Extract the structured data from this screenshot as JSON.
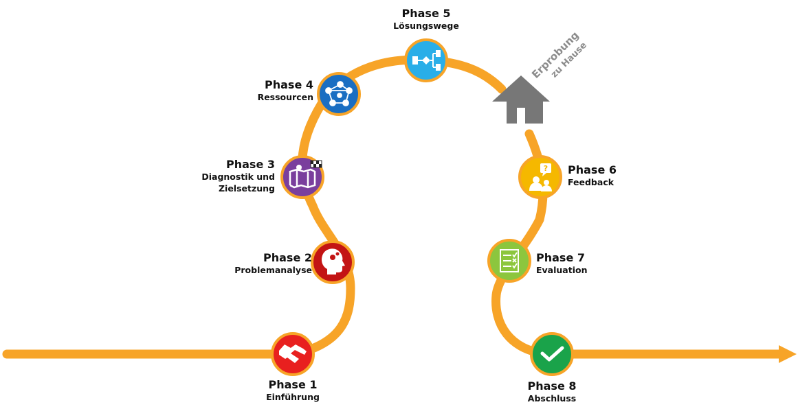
{
  "phases": [
    {
      "title": "Phase 1",
      "subtitle": "Einführung",
      "icon": "handshake-icon",
      "color": "#e8201f"
    },
    {
      "title": "Phase 2",
      "subtitle": "Problemanalyse",
      "icon": "head-gears-icon",
      "color": "#c31414"
    },
    {
      "title": "Phase 3",
      "subtitle_line1": "Diagnostik und",
      "subtitle_line2": "Zielsetzung",
      "icon": "map-pin-icon",
      "color": "#7a3f9d"
    },
    {
      "title": "Phase 4",
      "subtitle": "Ressourcen",
      "icon": "network-icon",
      "color": "#1a6ec2"
    },
    {
      "title": "Phase 5",
      "subtitle": "Lösungswege",
      "icon": "flowchart-icon",
      "color": "#29aee8"
    },
    {
      "title": "Phase 6",
      "subtitle": "Feedback",
      "icon": "feedback-icon",
      "color": "#f5b800"
    },
    {
      "title": "Phase 7",
      "subtitle": "Evaluation",
      "icon": "checklist-icon",
      "color": "#8cc63e"
    },
    {
      "title": "Phase 8",
      "subtitle": "Abschluss",
      "icon": "checkmark-icon",
      "color": "#1aa34a"
    }
  ],
  "home": {
    "line1": "Erprobung",
    "line2": "zu Hause",
    "icon": "house-icon"
  },
  "colors": {
    "path": "#f7a428",
    "ring": "#f7a428",
    "house": "#777777"
  }
}
